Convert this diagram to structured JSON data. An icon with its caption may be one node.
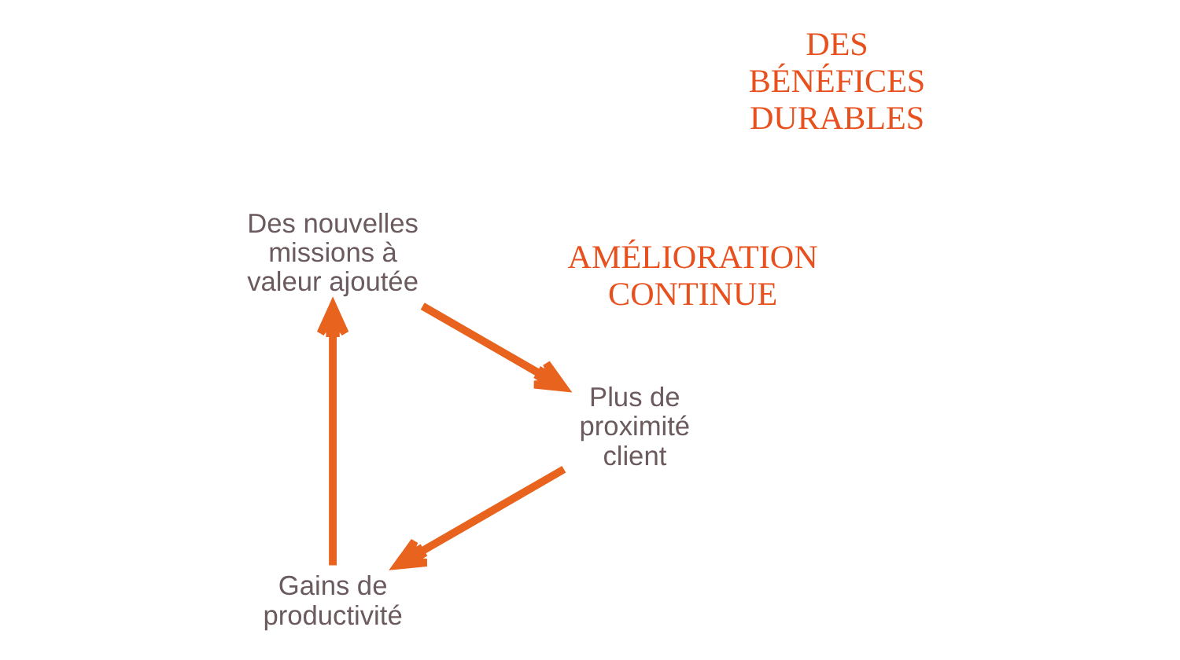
{
  "diagram": {
    "nodes": [
      {
        "text": [
          "Gains de productivité"
        ]
      },
      {
        "text": [
          "Des nouvelles missions à valeur ajoutée"
        ]
      },
      {
        "text": [
          "Plus de proximité client"
        ]
      }
    ],
    "edges": [
      {
        "from": 2,
        "to": 0,
        "arrow": "to"
      },
      {
        "from": 0,
        "to": 1,
        "arrow": "to"
      },
      {
        "from": 1,
        "to": 2,
        "arrow": "to"
      }
    ],
    "labels": [
      "AMÉLIORATION CONTINUE",
      "DES BÉNÉFICES DURABLES"
    ]
  }
}
